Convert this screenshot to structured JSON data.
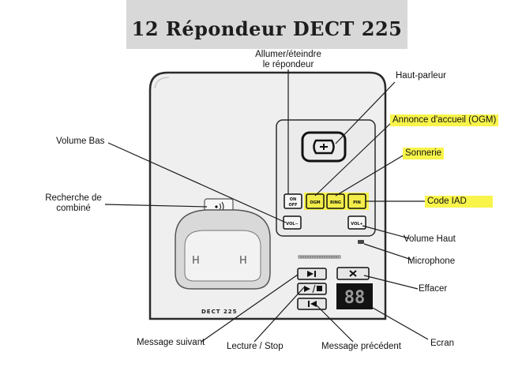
{
  "title": "12  Répondeur DECT 225",
  "device": {
    "model_label": "DECT 225",
    "display_digits": "88",
    "buttons": {
      "on_off_top": "ON",
      "on_off_bottom": "OFF",
      "ogm": "OGM",
      "ring": "RING",
      "pin": "PIN",
      "vol_minus": "VOL−",
      "vol_plus": "VOL+"
    }
  },
  "labels": {
    "power": "Allumer/éteindre\nle répondeur",
    "speaker": "Haut-parleur",
    "ogm": "Annonce d'accueil (OGM)",
    "ringer": "Sonnerie",
    "iad": "Code IAD",
    "vol_down": "Volume Bas",
    "handset_search": "Recherche de\ncombiné",
    "vol_up": "Volume Haut",
    "microphone": "Microphone",
    "erase": "Effacer",
    "next": "Message suivant",
    "play_stop": "Lecture / Stop",
    "prev": "Message précédent",
    "screen": "Ecran"
  },
  "highlight_color": "#f8f44a"
}
